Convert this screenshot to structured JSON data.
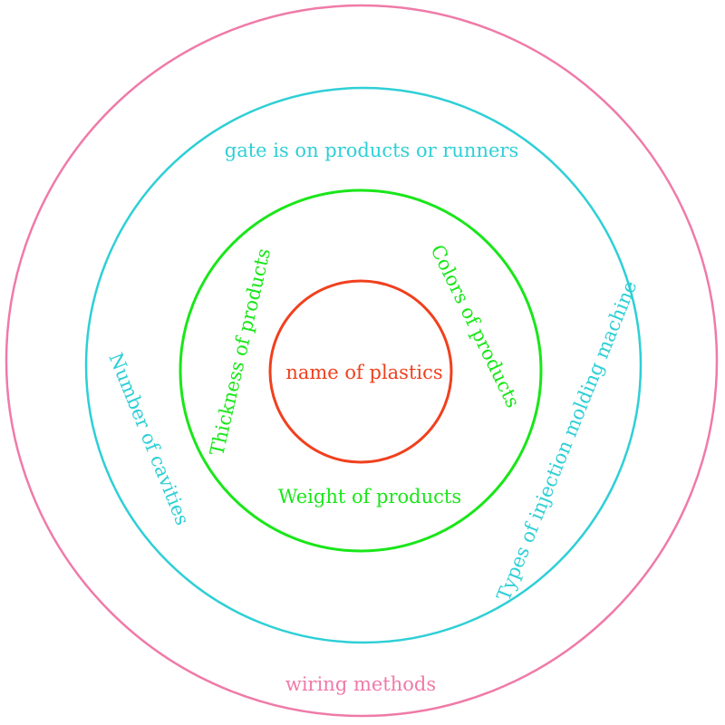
{
  "rings": [
    {
      "name": "outer-ring",
      "color": "#ef7aa8"
    },
    {
      "name": "second-ring",
      "color": "#2ecfd6"
    },
    {
      "name": "third-ring",
      "color": "#19e619"
    },
    {
      "name": "core-ring",
      "color": "#f0401e"
    }
  ],
  "labels": {
    "core": "name of plastics",
    "thickness": "Thickness of products",
    "colors": "Colors of products",
    "weight": "Weight of products",
    "gate": "gate is on products or runners",
    "cavities": "Number of cavities",
    "machine": "Types of injection molding machine",
    "wiring": "wiring methods"
  }
}
